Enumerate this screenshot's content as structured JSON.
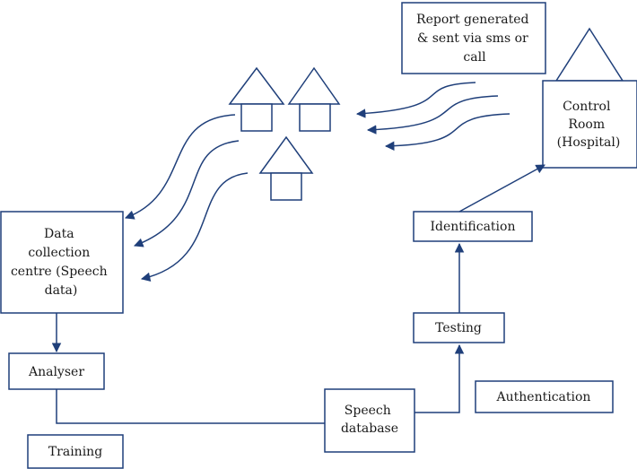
{
  "nodes": {
    "report": {
      "lines": [
        "Report generated",
        "& sent via sms or",
        "call"
      ]
    },
    "control_room": {
      "lines": [
        "Control",
        "Room",
        "(Hospital)"
      ]
    },
    "identification": {
      "label": "Identification"
    },
    "data_collection": {
      "lines": [
        "Data",
        "collection",
        "centre (Speech",
        "data)"
      ]
    },
    "testing": {
      "label": "Testing"
    },
    "analyser": {
      "label": "Analyser"
    },
    "speech_db": {
      "lines": [
        "Speech",
        "database"
      ]
    },
    "authentication": {
      "label": "Authentication"
    },
    "training": {
      "label": "Training"
    }
  },
  "colors": {
    "stroke": "#1f3f7a",
    "text": "#1a1a1a",
    "background": "#ffffff"
  }
}
